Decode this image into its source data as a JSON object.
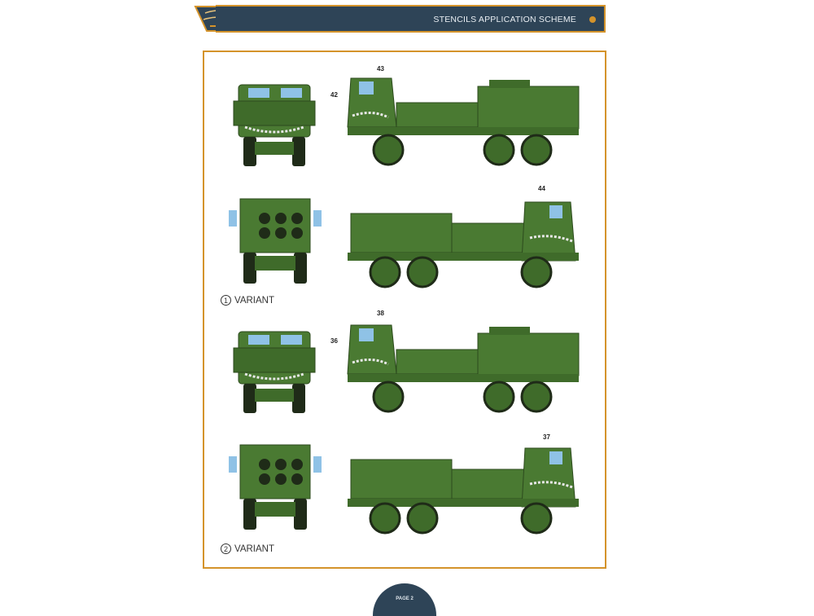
{
  "header": {
    "title": "STENCILS APPLICATION SCHEME"
  },
  "colors": {
    "accent": "#d4932b",
    "header_bg": "#2e4457",
    "vehicle_green": "#4a7a32"
  },
  "rows": [
    {
      "callouts": [
        "42",
        "43"
      ]
    },
    {
      "callouts": [
        "44"
      ]
    },
    {
      "callouts": [
        "36",
        "38"
      ]
    },
    {
      "callouts": [
        "37"
      ]
    }
  ],
  "variants": [
    {
      "number": "1",
      "label": "VARIANT"
    },
    {
      "number": "2",
      "label": "VARIANT"
    }
  ],
  "footer": {
    "page": "PAGE 2"
  }
}
